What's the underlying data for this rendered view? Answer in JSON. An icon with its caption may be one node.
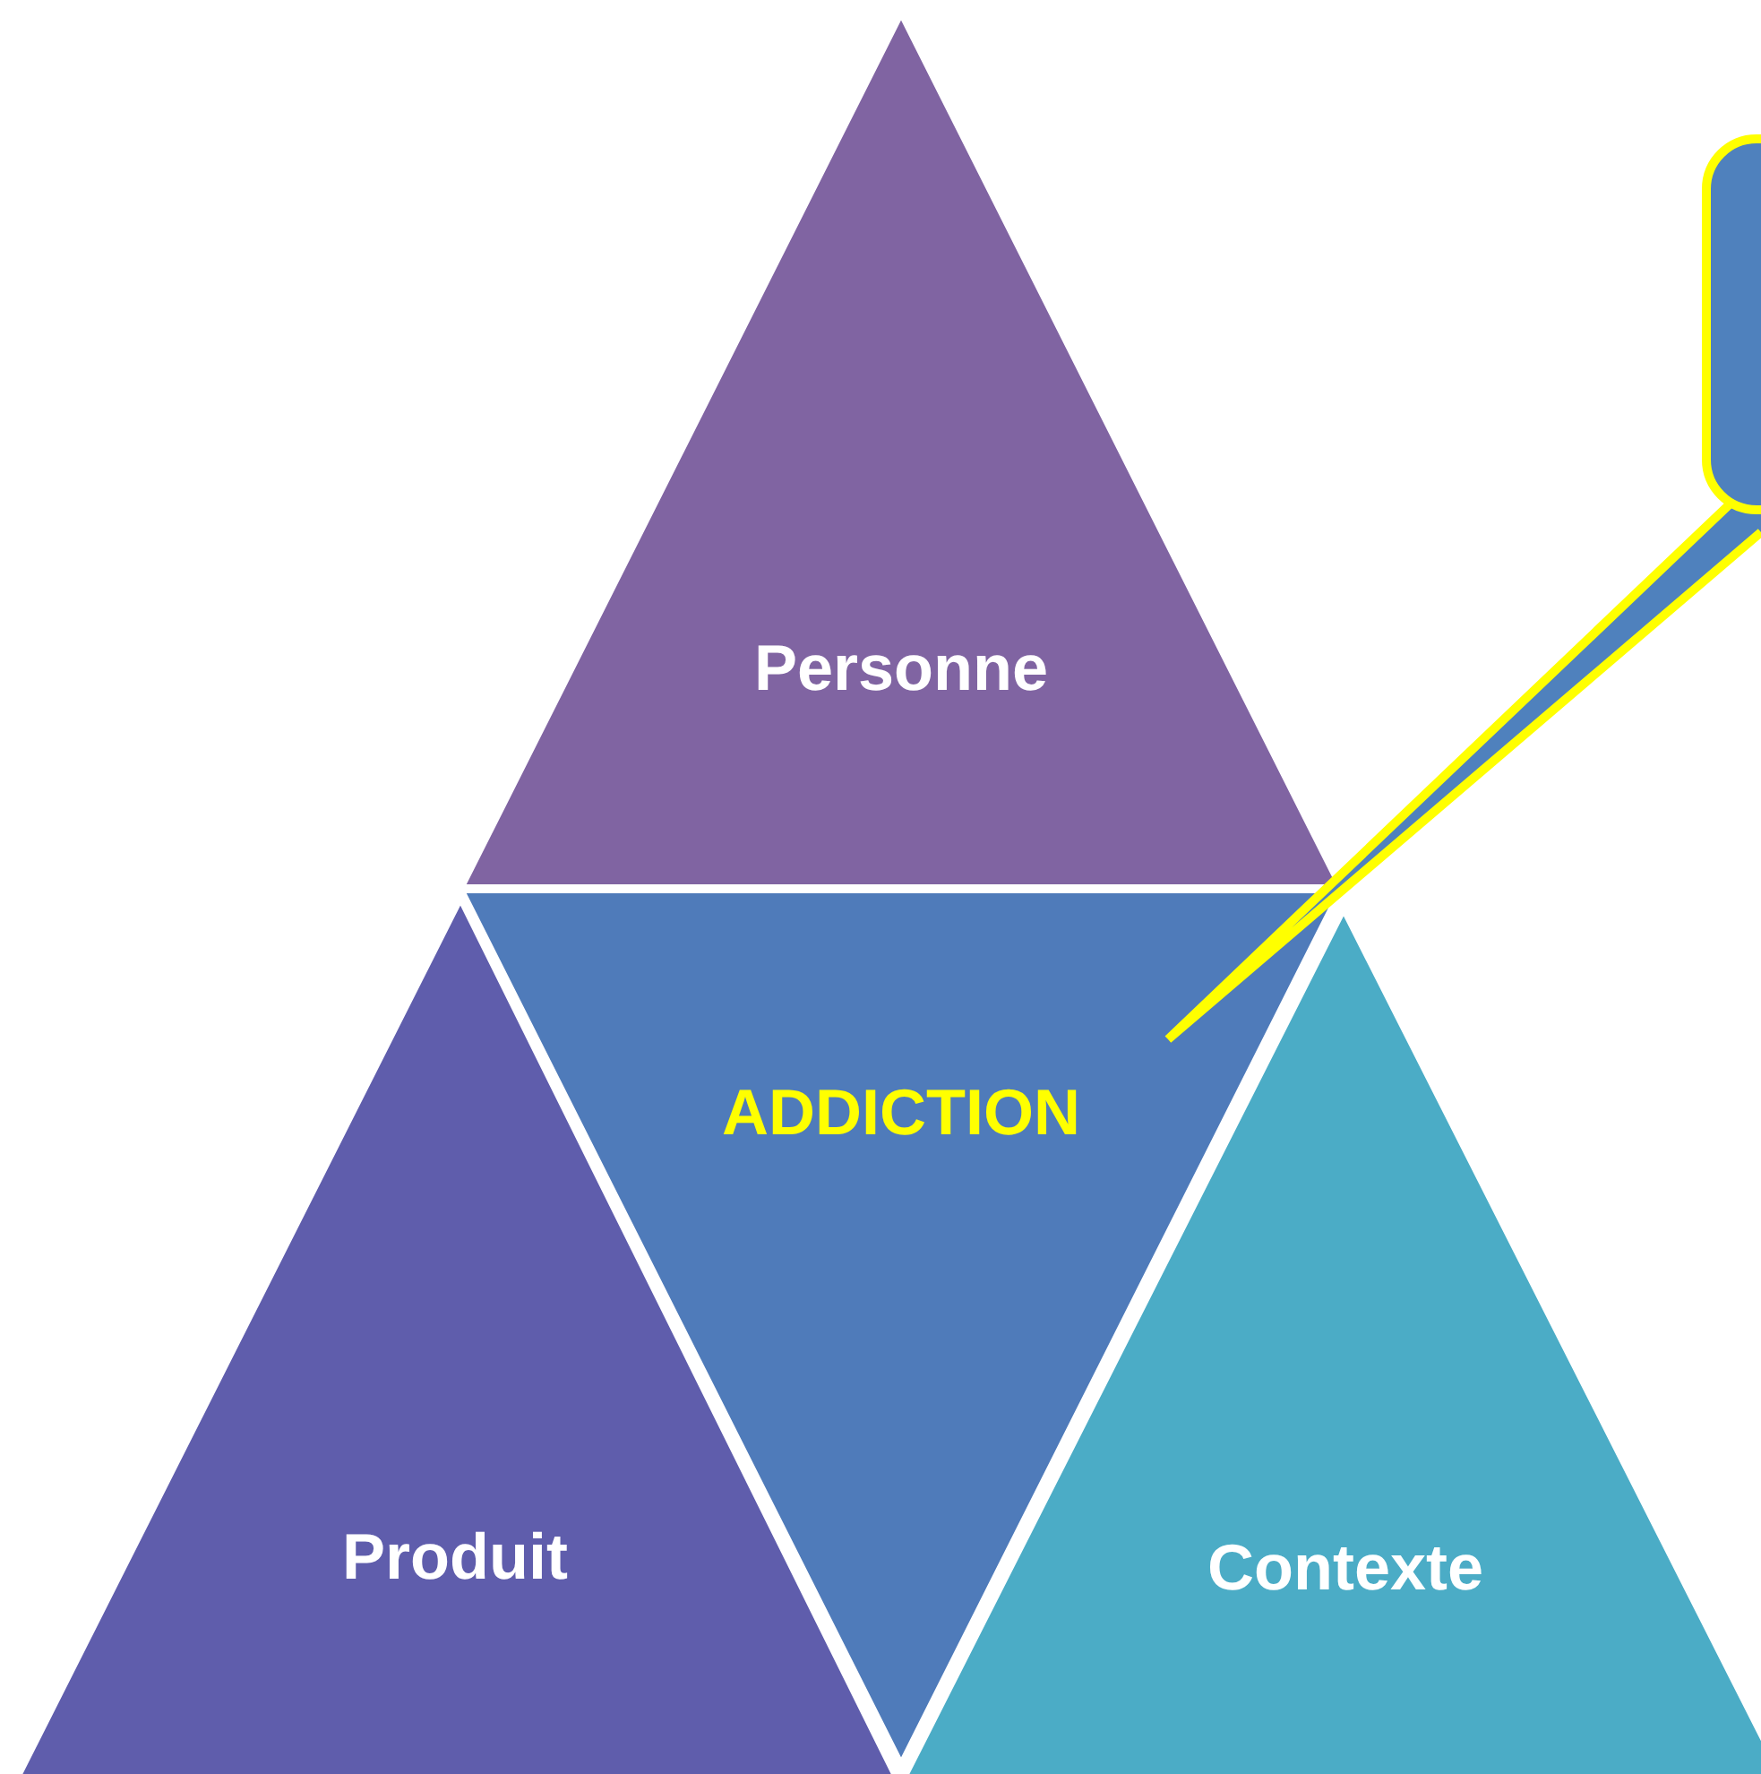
{
  "diagram": {
    "nodes": [
      {
        "text": [
          "Personne"
        ]
      },
      {
        "text": [],
        "shape": "box"
      },
      {
        "text": [
          "ADDICTION"
        ]
      },
      {
        "text": [
          "Produit"
        ]
      },
      {
        "text": [
          "Contexte"
        ]
      }
    ],
    "edges": [
      {
        "from": 1,
        "to": 2,
        "arrow": "none"
      }
    ]
  }
}
